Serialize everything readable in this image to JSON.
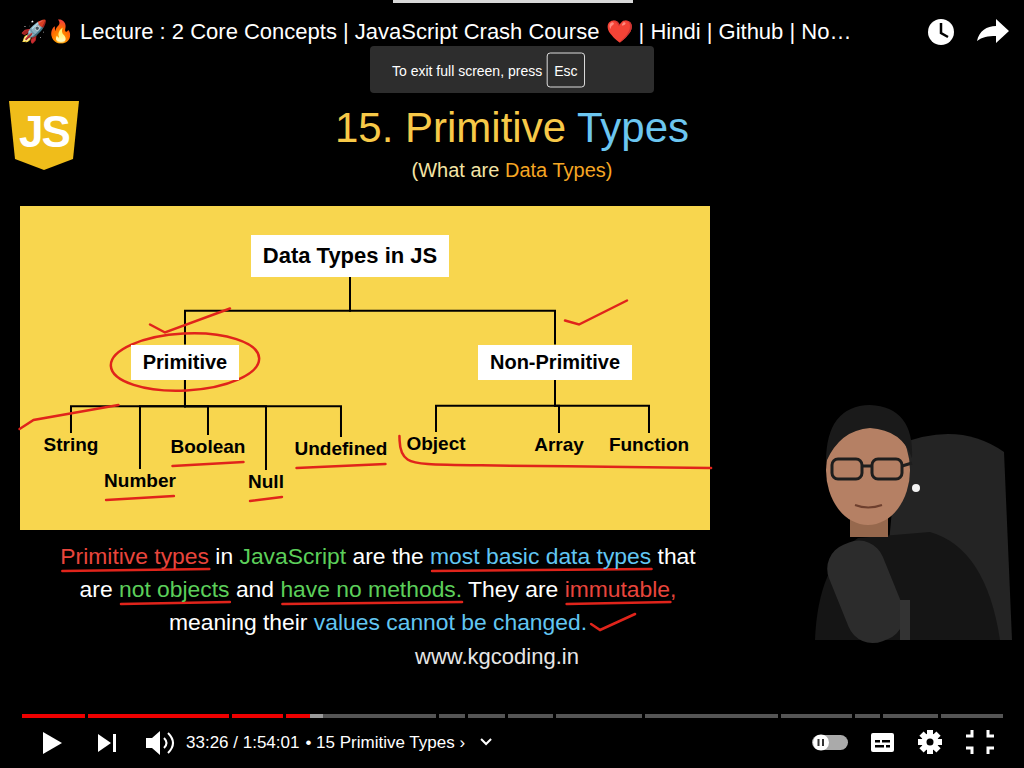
{
  "diagram": {
    "title": "15. Primitive Types",
    "caption": "Primitive types in JavaScript are the most basic data types that are not objects and have no methods. They are immutable, meaning their values cannot be changed.",
    "nodes": [
      {
        "text": [
          "Data Types in JS"
        ]
      },
      {
        "text": [
          "Primitive"
        ]
      },
      {
        "text": [
          "Non-Primitive"
        ]
      },
      {
        "text": [
          "String"
        ]
      },
      {
        "text": [
          "Number"
        ]
      },
      {
        "text": [
          "Boolean"
        ]
      },
      {
        "text": [
          "Null"
        ]
      },
      {
        "text": [
          "Undefined"
        ]
      },
      {
        "text": [
          "Object"
        ]
      },
      {
        "text": [
          "Array"
        ]
      },
      {
        "text": [
          "Function"
        ]
      }
    ],
    "edges": [
      {
        "from": 0,
        "to": 1,
        "arrow": "none"
      },
      {
        "from": 0,
        "to": 2,
        "arrow": "none"
      },
      {
        "from": 1,
        "to": 3,
        "arrow": "none"
      },
      {
        "from": 1,
        "to": 4,
        "arrow": "none"
      },
      {
        "from": 1,
        "to": 5,
        "arrow": "none"
      },
      {
        "from": 1,
        "to": 6,
        "arrow": "none"
      },
      {
        "from": 1,
        "to": 7,
        "arrow": "none"
      },
      {
        "from": 2,
        "to": 8,
        "arrow": "none"
      },
      {
        "from": 2,
        "to": 9,
        "arrow": "none"
      },
      {
        "from": 2,
        "to": 10,
        "arrow": "none"
      }
    ],
    "labels": [
      "🚀🔥 Lecture : 2 Core Concepts | JavaScript Crash Course ❤️ | Hindi | Github | No…",
      "To exit full screen, press",
      "Esc",
      "JS",
      "(What are Data Types)",
      "www.kgcoding.in",
      "33:26 / 1:54:01",
      "• 15 Primitive Types ›"
    ]
  }
}
